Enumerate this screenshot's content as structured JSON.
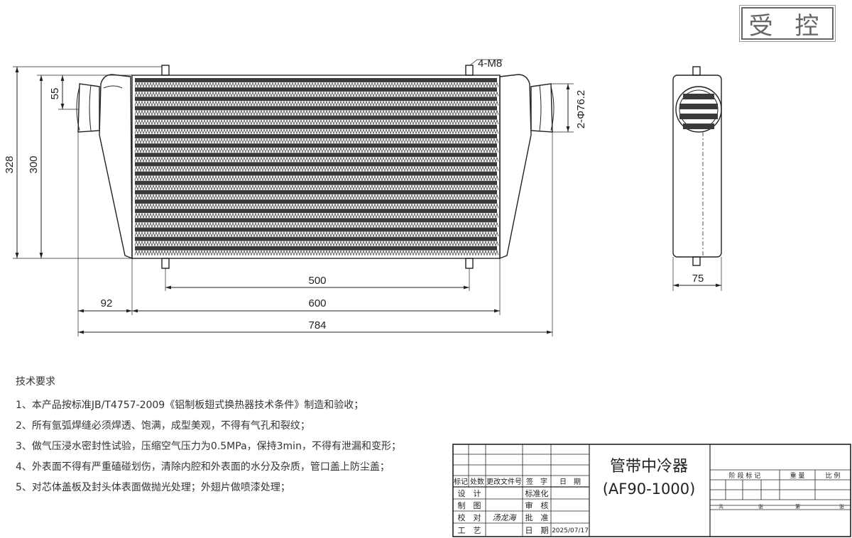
{
  "stamp": "受 控",
  "dimensions": {
    "height_overall": "328",
    "height_core": "300",
    "inlet_offset": "55",
    "bolts": "4-M8",
    "pipe_dia": "2-Φ76.2",
    "core_len_500": "500",
    "core_len_600": "600",
    "tank_92": "92",
    "overall_784": "784",
    "depth_75": "75"
  },
  "notes": {
    "title": "技术要求",
    "items": [
      "1、本产品按标准JB/T4757-2009《铝制板翅式换热器技术条件》制造和验收；",
      "2、所有氩弧焊缝必须焊透、饱满，成型美观，不得有气孔和裂纹；",
      "3、做气压浸水密封性试验，压缩空气压力为0.5MPa，保持3min，不得有泄漏和变形；",
      "4、外表面不得有严重磕碰划伤，清除内腔和外表面的水分及杂质，管口盖上防尘盖；",
      "5、对芯体盖板及封头体表面做抛光处理；外翅片做喷漆处理；"
    ]
  },
  "title_block": {
    "name": "管带中冷器",
    "model": "(AF90-1000)",
    "rev_header": [
      "标记",
      "处数",
      "更改文件号",
      "签　字",
      "日　期"
    ],
    "rows": [
      {
        "label": "设　计",
        "value": "",
        "role": "标准化",
        "role_value": ""
      },
      {
        "label": "制　图",
        "value": "",
        "role": "审　核",
        "role_value": ""
      },
      {
        "label": "校　对",
        "value": "汤龙海",
        "role": "批　准",
        "role_value": ""
      },
      {
        "label": "工　艺",
        "value": "",
        "role": "日　期",
        "role_value": "2025/07/17"
      }
    ],
    "stage_headers": [
      "阶 段 标 记",
      "重 量",
      "比 例"
    ],
    "sheet_labels": [
      "共",
      "张",
      "第",
      "张"
    ]
  }
}
